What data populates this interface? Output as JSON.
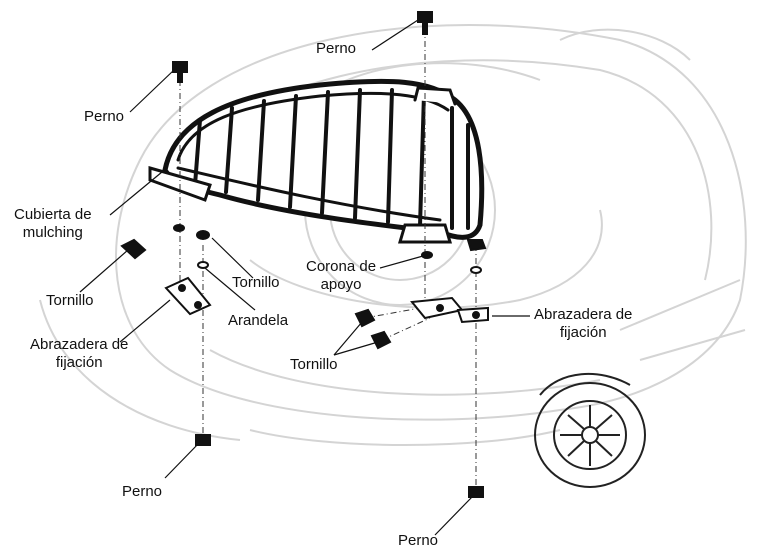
{
  "labels": {
    "perno_top_center": "Perno",
    "perno_top_left": "Perno",
    "cubierta_line1": "Cubierta de",
    "cubierta_line2": "mulching",
    "tornillo_left": "Tornillo",
    "tornillo_mid": "Tornillo",
    "corona_line1": "Corona de",
    "corona_line2": "apoyo",
    "arandela": "Arandela",
    "abrazadera_left_line1": "Abrazadera de",
    "abrazadera_left_line2": "fijación",
    "abrazadera_right_line1": "Abrazadera de",
    "abrazadera_right_line2": "fijación",
    "tornillo_right": "Tornillo",
    "perno_bottom_left": "Perno",
    "perno_bottom_center": "Perno"
  },
  "colors": {
    "ink": "#111111",
    "ghost": "#d4d4d4",
    "part_fill": "#ffffff"
  }
}
